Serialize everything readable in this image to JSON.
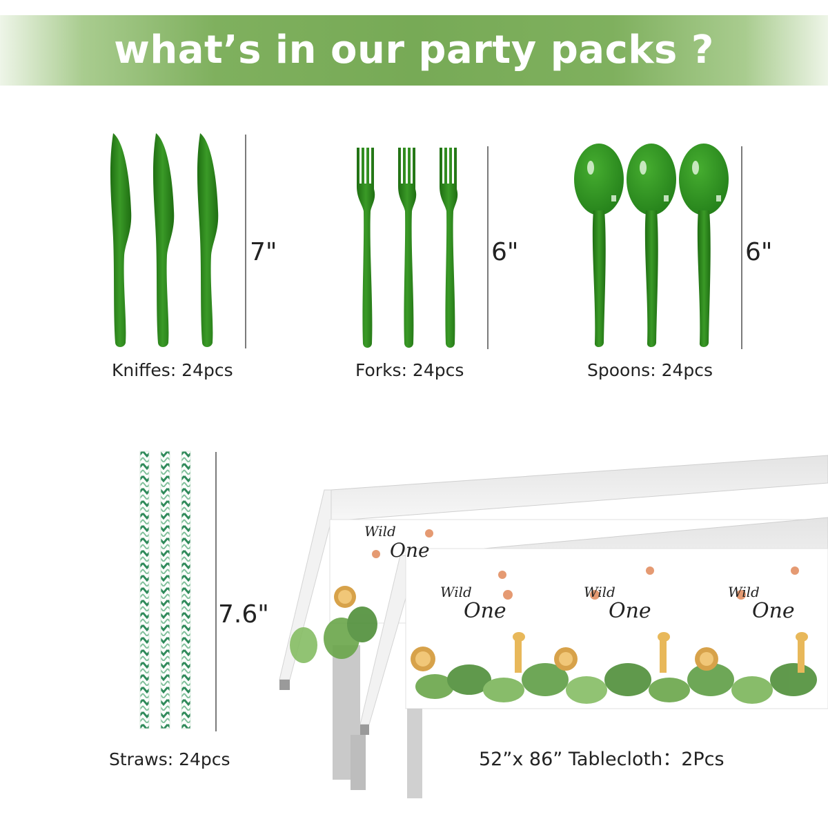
{
  "header": {
    "title": "what’s in our party packs ?"
  },
  "colors": {
    "cutlery_green": "#2e8b1d",
    "cutlery_green_dark": "#1f6e12",
    "banner_green": "#77aa56",
    "paw_orange": "#e59a72",
    "leaf_green": "#5f9e45"
  },
  "items": {
    "knives": {
      "caption": "Kniffes: 24pcs",
      "size": "7\""
    },
    "forks": {
      "caption": "Forks: 24pcs",
      "size": "6\""
    },
    "spoons": {
      "caption": "Spoons: 24pcs",
      "size": "6\""
    },
    "straws": {
      "caption": "Straws: 24pcs",
      "size": "7.6\""
    },
    "tablecloth": {
      "caption": "52”x 86” Tablecloth：2Pcs",
      "print_word1": "Wild",
      "print_word2": "One"
    }
  }
}
